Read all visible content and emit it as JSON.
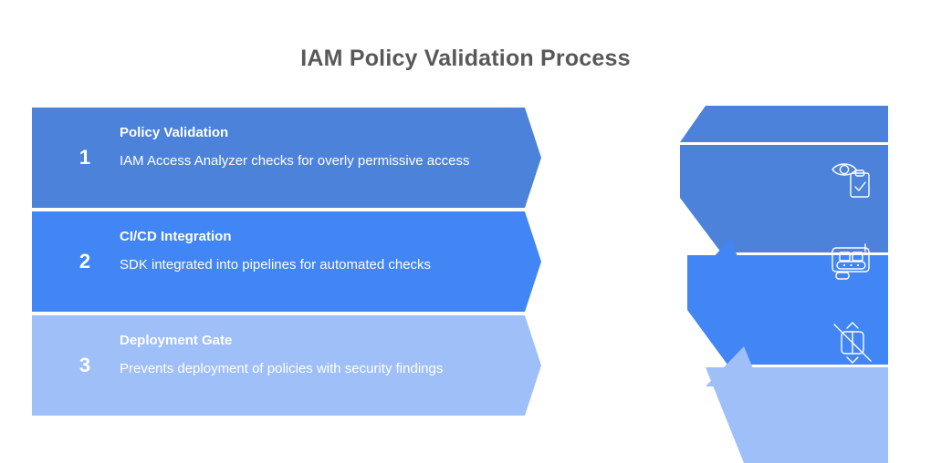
{
  "title": "IAM Policy Validation Process",
  "colors": {
    "title_text": "#585858",
    "step_1": "#4c82d9",
    "step_2": "#4285f4",
    "step_3": "#9fbff8",
    "label_text": "#ffffff",
    "background": "#ffffff"
  },
  "steps": [
    {
      "number": "1",
      "title": "Policy Validation",
      "description": "IAM Access Analyzer checks for overly permissive access",
      "color": "#4c82d9",
      "icon": "eye-clipboard-check-icon"
    },
    {
      "number": "2",
      "title": "CI/CD Integration",
      "description": "SDK integrated into pipelines for automated checks",
      "color": "#4285f4",
      "icon": "conveyor-belt-pipeline-icon"
    },
    {
      "number": "3",
      "title": "Deployment Gate",
      "description": "Prevents deployment of policies with security findings",
      "color": "#9fbff8",
      "icon": "blocked-deployment-icon"
    }
  ]
}
